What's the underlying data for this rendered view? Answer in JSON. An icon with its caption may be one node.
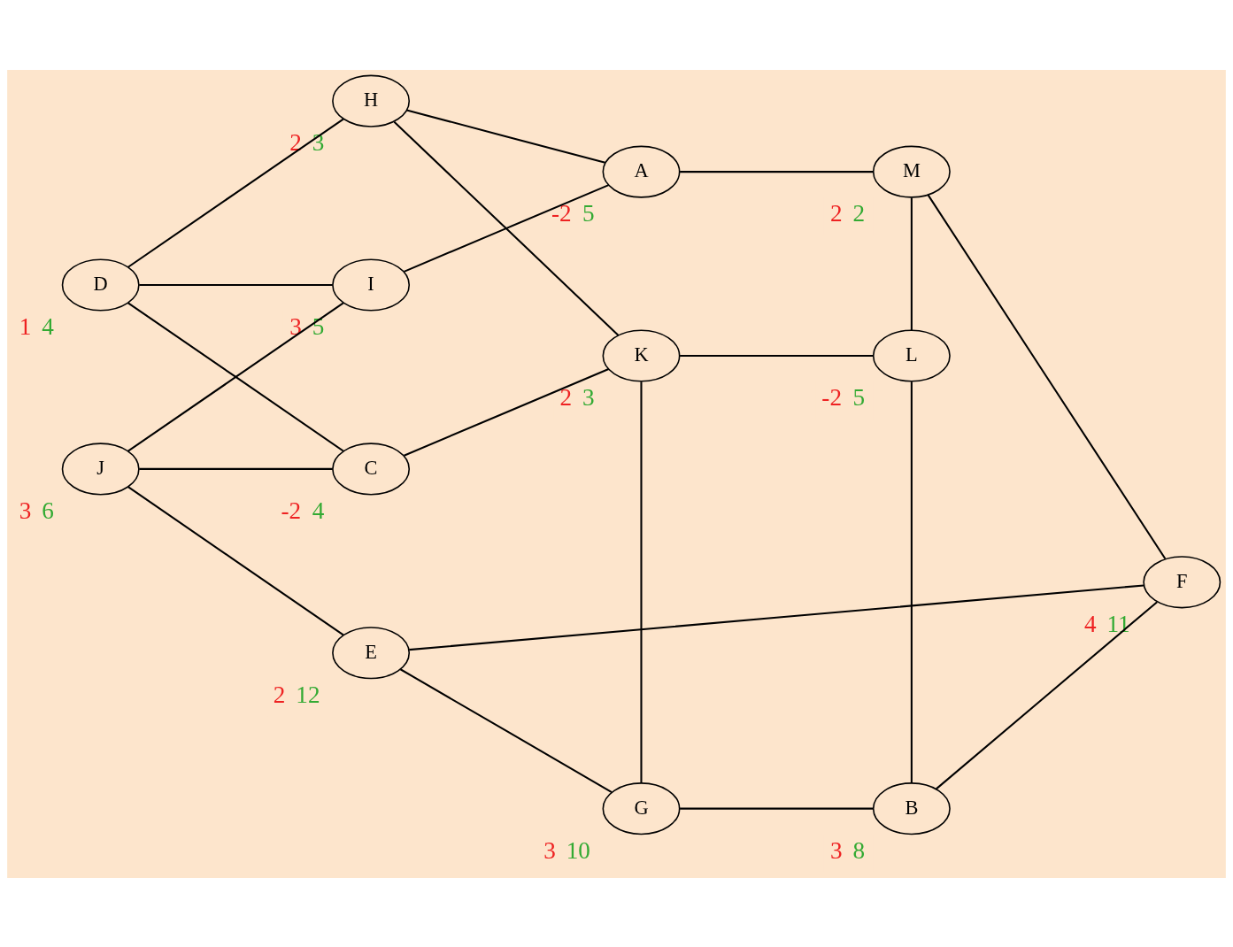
{
  "diagram": {
    "nodes": [
      {
        "text": [
          "H"
        ],
        "beside": [
          "2",
          "3"
        ]
      },
      {
        "text": [
          "A"
        ],
        "beside": [
          "-2",
          "5"
        ]
      },
      {
        "text": [
          "M"
        ],
        "beside": [
          "2",
          "2"
        ]
      },
      {
        "text": [
          "D"
        ],
        "beside": [
          "1",
          "4"
        ]
      },
      {
        "text": [
          "I"
        ],
        "beside": [
          "3",
          "5"
        ]
      },
      {
        "text": [
          "K"
        ],
        "beside": [
          "2",
          "3"
        ]
      },
      {
        "text": [
          "L"
        ],
        "beside": [
          "-2",
          "5"
        ]
      },
      {
        "text": [
          "C"
        ],
        "beside": [
          "-2",
          "4"
        ]
      },
      {
        "text": [
          "F"
        ],
        "beside": [
          "4",
          "11"
        ]
      },
      {
        "text": [
          "J"
        ],
        "beside": [
          "3",
          "6"
        ]
      },
      {
        "text": [
          "G"
        ],
        "beside": [
          "3",
          "10"
        ]
      },
      {
        "text": [
          "B"
        ],
        "beside": [
          "3",
          "8"
        ]
      },
      {
        "text": [
          "E"
        ],
        "beside": [
          "2",
          "12"
        ]
      }
    ],
    "edges": [
      {
        "from": 0,
        "to": 1,
        "arrow": "none"
      },
      {
        "from": 1,
        "to": 2,
        "arrow": "none"
      },
      {
        "from": 0,
        "to": 3,
        "arrow": "none"
      },
      {
        "from": 0,
        "to": 5,
        "arrow": "none"
      },
      {
        "from": 1,
        "to": 4,
        "arrow": "none"
      },
      {
        "from": 3,
        "to": 4,
        "arrow": "none"
      },
      {
        "from": 3,
        "to": 7,
        "arrow": "none"
      },
      {
        "from": 4,
        "to": 9,
        "arrow": "none"
      },
      {
        "from": 5,
        "to": 7,
        "arrow": "none"
      },
      {
        "from": 5,
        "to": 6,
        "arrow": "none"
      },
      {
        "from": 5,
        "to": 10,
        "arrow": "none"
      },
      {
        "from": 2,
        "to": 8,
        "arrow": "none"
      },
      {
        "from": 2,
        "to": 6,
        "arrow": "none"
      },
      {
        "from": 9,
        "to": 7,
        "arrow": "none"
      },
      {
        "from": 9,
        "to": 12,
        "arrow": "none"
      },
      {
        "from": 8,
        "to": 12,
        "arrow": "none"
      },
      {
        "from": 8,
        "to": 11,
        "arrow": "none"
      },
      {
        "from": 6,
        "to": 11,
        "arrow": "none"
      },
      {
        "from": 12,
        "to": 10,
        "arrow": "none"
      },
      {
        "from": 10,
        "to": 11,
        "arrow": "none"
      }
    ]
  }
}
